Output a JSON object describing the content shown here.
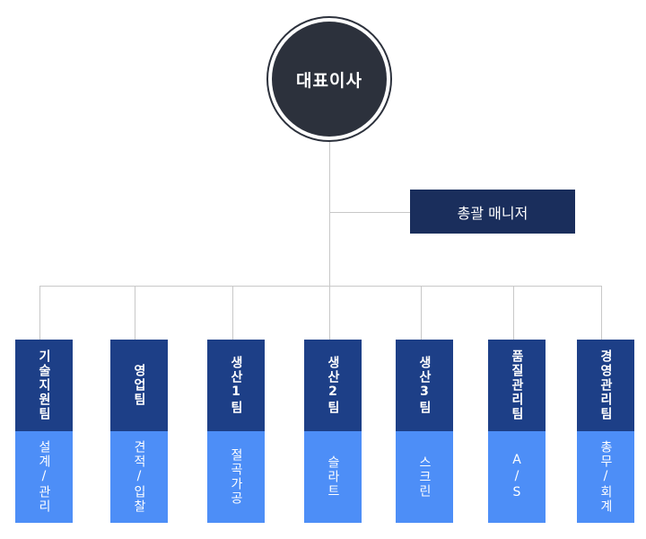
{
  "ceo": {
    "label": "대표이사"
  },
  "manager": {
    "label": "총괄 매니저"
  },
  "departments": [
    {
      "team": "기술지원팀",
      "duty": "설계/관리"
    },
    {
      "team": "영업팀",
      "duty": "견적/입찰"
    },
    {
      "team": "생산1팀",
      "duty": "절곡가공"
    },
    {
      "team": "생산2팀",
      "duty": "슬라트"
    },
    {
      "team": "생산3팀",
      "duty": "스크린"
    },
    {
      "team": "품질관리팀",
      "duty": "A/S"
    },
    {
      "team": "경영관리팀",
      "duty": "총무/회계"
    }
  ],
  "colors": {
    "ceo": "#2c313c",
    "manager": "#1a2e5c",
    "team_box": "#1d3f87",
    "duty_box": "#4d8ef7",
    "connector": "#c8c8c8"
  }
}
